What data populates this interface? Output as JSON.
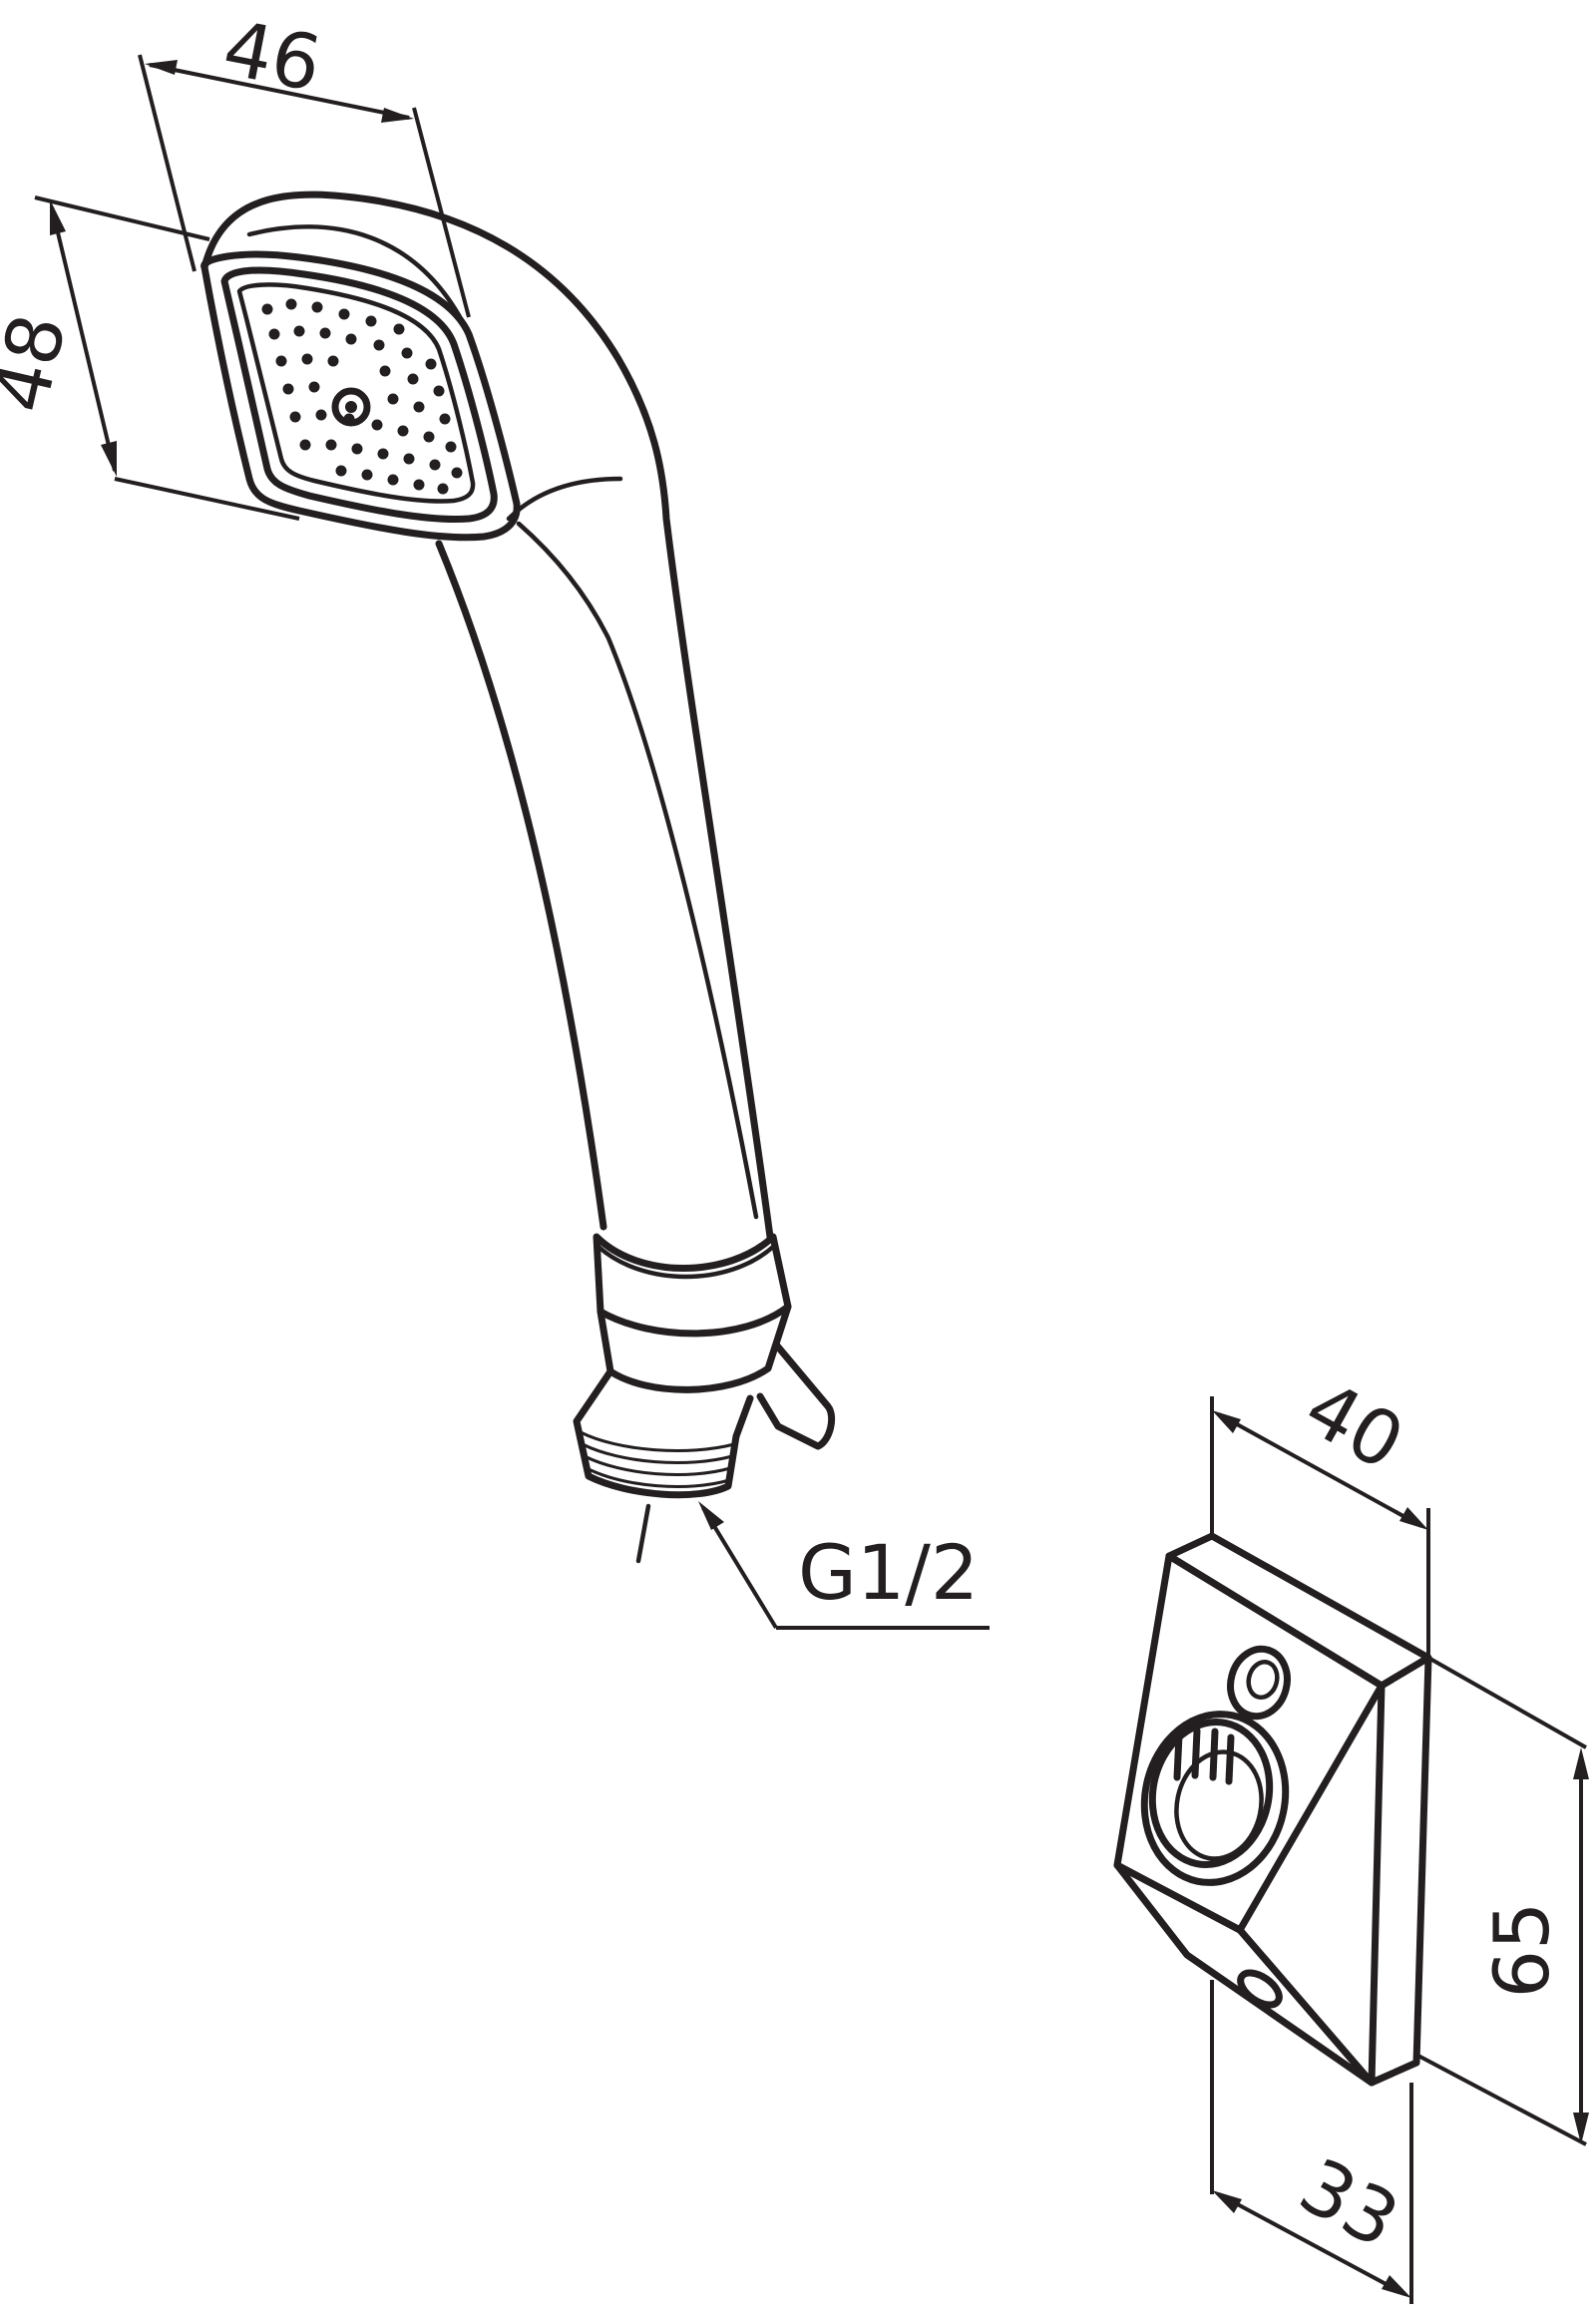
{
  "dimensions": {
    "head_width": "46",
    "head_height": "48",
    "thread": "G1/2",
    "bracket_width": "40",
    "bracket_height": "65",
    "bracket_depth": "33"
  },
  "colors": {
    "line": "#231f20",
    "background": "#ffffff"
  }
}
